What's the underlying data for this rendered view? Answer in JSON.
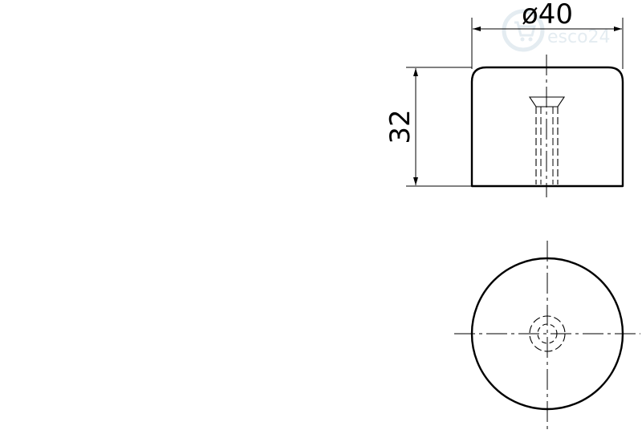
{
  "drawing": {
    "diameter_label": "ø40",
    "height_label": "32",
    "watermark": "esco24",
    "colors": {
      "line": "#000000",
      "watermark": "#e4ecf1"
    }
  }
}
